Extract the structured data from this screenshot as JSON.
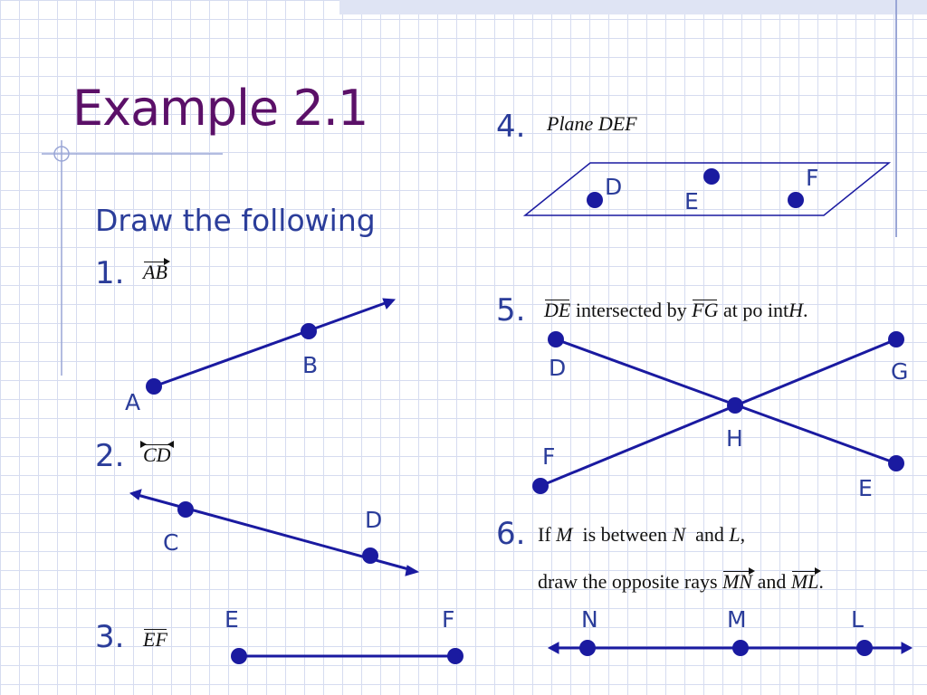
{
  "title": "Example 2.1",
  "subtitle": "Draw the following",
  "items": [
    {
      "num": "1.",
      "expr": "AB",
      "labels": [
        "A",
        "B"
      ]
    },
    {
      "num": "2.",
      "expr": "CD",
      "labels": [
        "C",
        "D"
      ]
    },
    {
      "num": "3.",
      "expr": "EF",
      "labels": [
        "E",
        "F"
      ]
    },
    {
      "num": "4.",
      "expr_word": "Plane",
      "expr": "DEF",
      "labels": [
        "D",
        "E",
        "F"
      ]
    },
    {
      "num": "5.",
      "expr_a": "DE",
      "text_1": "intersected by",
      "expr_b": "FG",
      "text_2": "at po int",
      "point": "H",
      "end": ".",
      "labels": [
        "D",
        "G",
        "H",
        "F",
        "E"
      ]
    },
    {
      "num": "6.",
      "line1": {
        "if": "If",
        "m": "M",
        "between": "is between",
        "n": "N",
        "and": "and",
        "l": "L",
        "comma": ","
      },
      "line2": {
        "text": "draw the opposite rays",
        "r1": "MN",
        "and": "and",
        "r2": "ML",
        "end": "."
      },
      "labels": [
        "N",
        "M",
        "L"
      ]
    }
  ],
  "colors": {
    "title": "#5b1068",
    "text": "#2b3d9a",
    "shape": "#1a1aa0",
    "grid": "#d6dcf0"
  }
}
